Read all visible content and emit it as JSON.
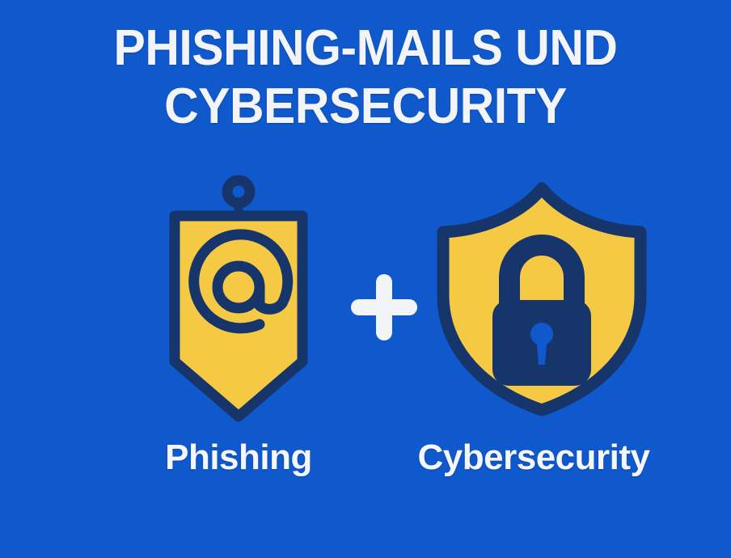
{
  "poster": {
    "background_color": "#1059cc",
    "title": {
      "line1": "PHISHING-MAILS UND",
      "line2": "CYBERSECURITY",
      "color": "#f2f4f7"
    },
    "operator": {
      "symbol": "+",
      "name": "plus-sign",
      "color": "#f2f4f7"
    },
    "items": [
      {
        "id": "phishing",
        "caption": "Phishing",
        "icon_name": "phishing-envelope-hook-icon",
        "colors": {
          "outline": "#15356b",
          "letter": "#f5c944",
          "envelope_body": "#f0efeb",
          "envelope_inner_flap": "#6694f0",
          "at_symbol": "#15356b"
        }
      },
      {
        "id": "cybersecurity",
        "caption": "Cybersecurity",
        "icon_name": "shield-padlock-icon",
        "colors": {
          "outline": "#15356b",
          "shield_fill": "#f5c944",
          "padlock": "#15356b",
          "keyhole": "#1059cc"
        }
      }
    ]
  }
}
